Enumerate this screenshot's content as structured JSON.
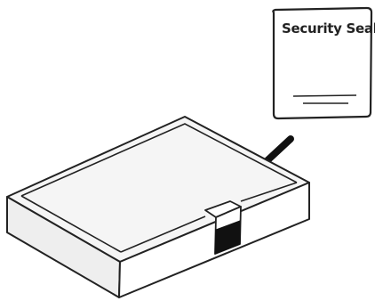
{
  "seal_card": {
    "title": "Security Seal"
  },
  "colors": {
    "stroke": "#222222",
    "paper": "#ffffff",
    "box_top": "#f4f4f4",
    "box_side": "#ececec",
    "seal_fill": "#111111"
  },
  "icons": {
    "arrow": "arrow-down-left-icon",
    "box": "package-box",
    "seal": "security-seal-tab"
  }
}
